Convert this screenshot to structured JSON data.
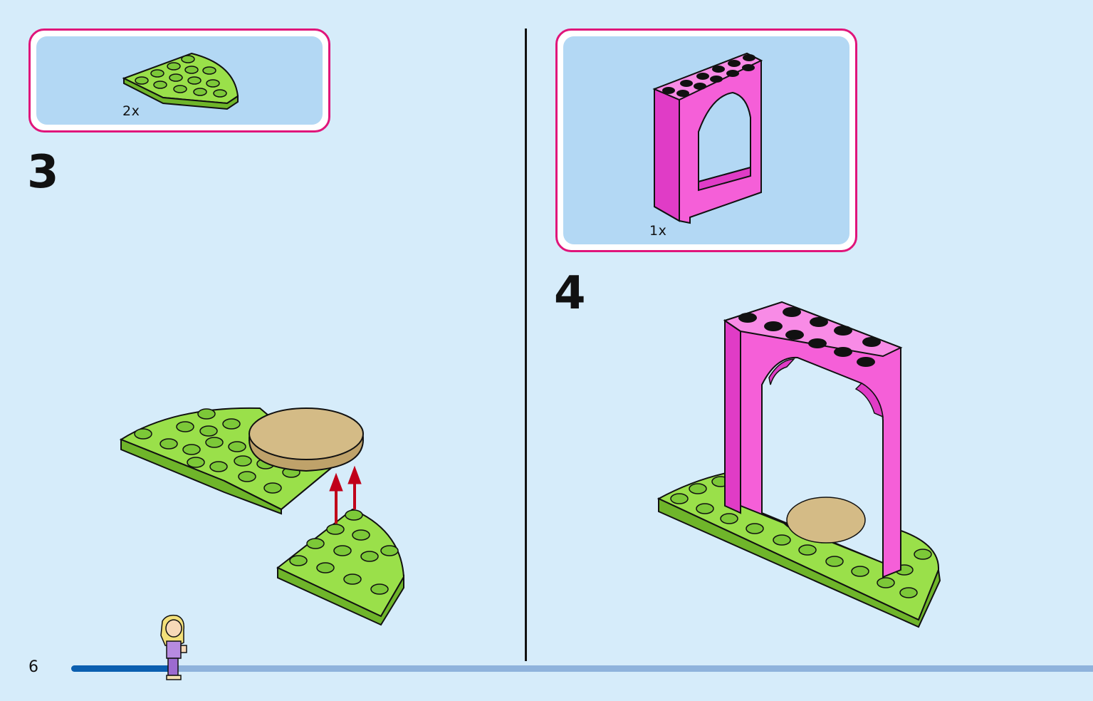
{
  "page": {
    "number": "6"
  },
  "progress": {
    "fraction": 0.1
  },
  "steps": [
    {
      "number": "3",
      "parts": [
        {
          "qty": "2x",
          "part": "lime-quarter-round-plate"
        }
      ]
    },
    {
      "number": "4",
      "parts": [
        {
          "qty": "1x",
          "part": "pink-arch-window-frame"
        }
      ]
    }
  ],
  "colors": {
    "background": "#d6ecfa",
    "parts_box_border": "#e0157a",
    "parts_box_fill": "#b3d8f4",
    "lime": "#9ae04a",
    "pink": "#f55fd8",
    "tan": "#d4bb86",
    "arrow": "#c0001a",
    "progress_fill": "#0b5fb0",
    "progress_track": "#8fb3dc"
  }
}
